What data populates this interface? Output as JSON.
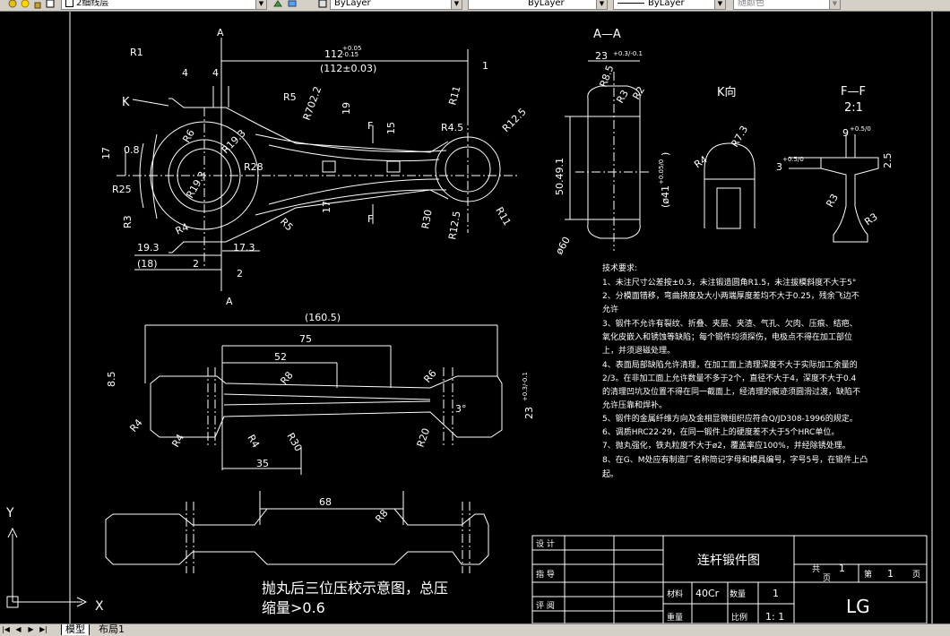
{
  "toolbar": {
    "layer_name": "2细线层",
    "color": "ByLayer",
    "linetype": "ByLayer",
    "lineweight": "ByLayer",
    "plotstyle": "随颜色"
  },
  "tabs": {
    "model": "模型",
    "layout1": "布局1"
  },
  "ucs": {
    "x": "X",
    "y": "Y"
  },
  "drawing": {
    "top_view": {
      "section_a_top": "A",
      "section_a_bottom": "A",
      "section_f_top": "F",
      "section_f_bottom": "F",
      "view_k": "K",
      "dim_112": "112",
      "dim_112_tol_upper": "+0.05",
      "dim_112_tol_lower": "-0.15",
      "dim_112_ref": "(112±0.03)",
      "dim_1": "1",
      "dim_4a": "4",
      "dim_4b": "4",
      "r1": "R1",
      "r5a": "R5",
      "r702": "R702.2",
      "dim_19": "19",
      "dim_15": "15",
      "r11a": "R11",
      "r45": "R4.5",
      "r125a": "R12.5",
      "dim_17a": "17",
      "dim_08": "0.8",
      "r6": "R6",
      "r193a": "R19.3",
      "r28": "R28",
      "r193b": "R19.3",
      "r25": "R25",
      "r3": "R3",
      "r4": "R4",
      "r5b": "R5",
      "dim_17b": "17",
      "r30": "R30",
      "r125b": "R12.5",
      "r11b": "R11",
      "dim_193": "19.3",
      "dim_18": "(18)",
      "dim_173": "17.3",
      "dim_2a": "2",
      "dim_2b": "2"
    },
    "section_aa": {
      "title": "A—A",
      "dim_23": "23",
      "dim_23_tol": "+0.3/-0.1",
      "r85": "R8.5",
      "r3": "R3",
      "r2": "R2",
      "dim_5049": "50.49.1",
      "dim_41": "(ø41",
      "dim_41_tol": "+0.05/0",
      "dim_41_close": ")",
      "dia_60": "ø60"
    },
    "view_k": {
      "title": "K向",
      "r73": "R7.3",
      "r4": "R4"
    },
    "section_ff": {
      "title": "F—F",
      "scale": "2:1",
      "dim_9": "9",
      "dim_9_tol": "+0.5/0",
      "dim_3": "3",
      "dim_3_tol": "+0.5/0",
      "dim_25": "2.5",
      "r3a": "R3",
      "r3b": "R3"
    },
    "side_view": {
      "dim_1605": "(160.5)",
      "dim_75": "75",
      "dim_52": "52",
      "dim_85": "8.5",
      "r8": "R8",
      "r6": "R6",
      "r4a": "R4",
      "r4b": "R4",
      "r4c": "R4",
      "r30": "R30",
      "dim_35": "35",
      "r20": "R20",
      "dim_3": "3°",
      "dim_23": "23",
      "dim_23_tol": "+0.3/-0.1"
    },
    "press_view": {
      "dim_68": "68",
      "r8": "R8",
      "caption_line1": "抛丸后三位压校示意图，总压",
      "caption_line2": "缩量>0.6"
    },
    "tech_requirements": {
      "title": "技术要求:",
      "lines": [
        "1、未注尺寸公差按±0.3，未注锻造圆角R1.5，未注拔模斜度不大于5°",
        "2、分模面错移，弯曲挠度及大小两端厚度差均不大于0.25，残余飞边不",
        "   允许",
        "3、锻件不允许有裂纹、折叠、夹层、夹渣、气孔、欠肉、压痕、结疤、",
        "   氧化皮嵌入和锈蚀等缺陷；每个锻件均须探伤，电极点不得在加工部位",
        "   上，并须退磁处理。",
        "4、表面局部缺陷允许清理，在加工面上清理深度不大于实际加工余量的",
        "   2/3。在非加工面上允许数量不多于2个，直径不大于4，深度不大于0.4",
        "   的清理凹坑及位置不得在同一截面上，经清理的痕迹须圆滑过渡，缺陷不",
        "   允许压靠和焊补。",
        "5、锻件的金属纤维方向及金相显微组织应符合Q/JD308-1996的规定。",
        "6、调质HRC22-29，在同一锻件上的硬度差不大于5个HRC单位。",
        "7、抛丸强化，铁丸粒度不大于ø2，覆盖率应100%，并经除锈处理。",
        "8、在G、M处应有制造厂名称简记字母和模具编号，字号5号，在锻件上凸",
        "   起。"
      ]
    },
    "title_block": {
      "design": "设 计",
      "check": "指 导",
      "review": "评 阅",
      "name": "连杆锻件图",
      "material_label": "材料",
      "material": "40Cr",
      "qty_label": "数量",
      "qty": "1",
      "weight_label": "重量",
      "scale_label": "比例",
      "scale": "1: 1",
      "total_label": "共",
      "total": "1",
      "total_unit": "页",
      "sheet_label": "第",
      "sheet": "1",
      "sheet_unit": "页",
      "code": "LG"
    }
  }
}
